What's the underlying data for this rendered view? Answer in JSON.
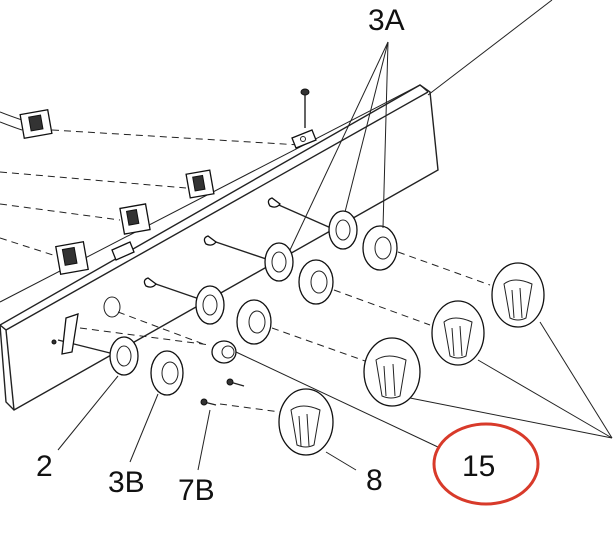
{
  "labels": {
    "callout_3a": "3A",
    "callout_2": "2",
    "callout_3b": "3B",
    "callout_7b": "7B",
    "callout_8": "8",
    "callout_15": "15"
  },
  "highlight_color": "#d83a2a",
  "line_color": "#222222"
}
